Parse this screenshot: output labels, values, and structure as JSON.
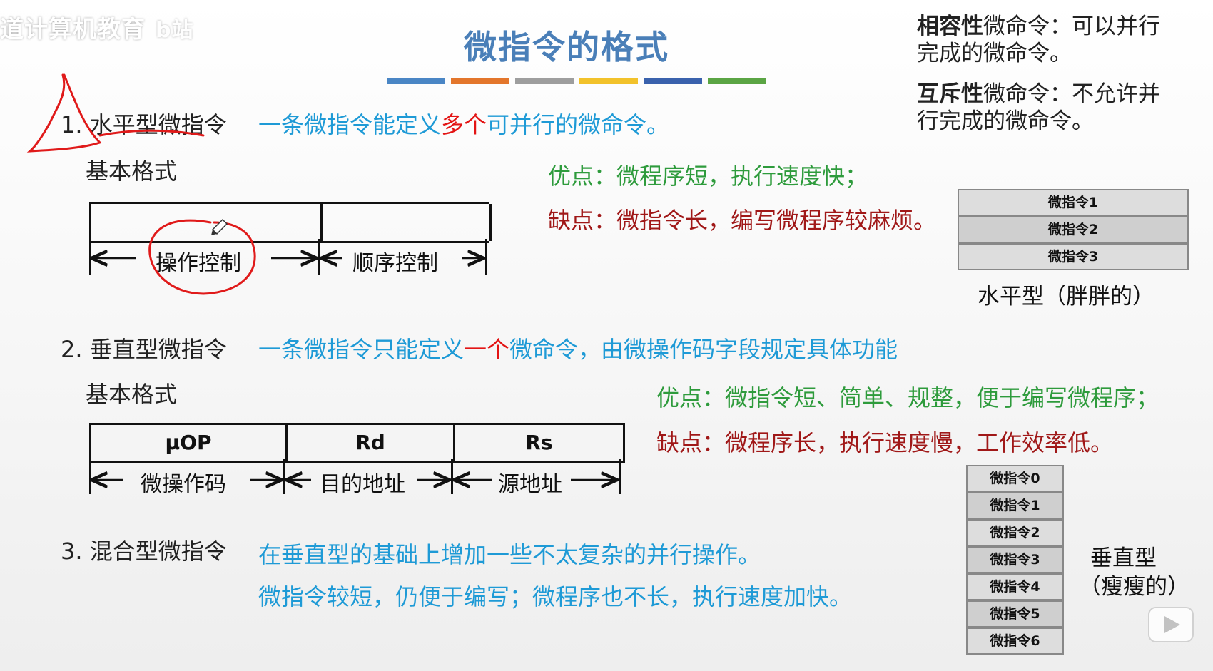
{
  "watermark": {
    "text": "道计算机教育",
    "logo": "b站"
  },
  "title": "微指令的格式",
  "color_bars": [
    "#4a86c5",
    "#e3762c",
    "#9e9e9e",
    "#f2c22b",
    "#3a62ad",
    "#5ba544"
  ],
  "notes": {
    "compatible": {
      "bold": "相容性",
      "rest": "微命令：可以并行完成的微命令。"
    },
    "exclusive": {
      "bold": "互斥性",
      "rest": "微命令：不允许并行完成的微命令。"
    }
  },
  "horizontal": {
    "heading": "1. 水平型微指令",
    "desc_pre": "一条微指令能定义",
    "desc_highlight": "多个",
    "desc_post": "可并行的微命令。",
    "basic_format": "基本格式",
    "field_op": "操作控制",
    "field_seq": "顺序控制",
    "pro": "优点：微程序短，执行速度快；",
    "con": "缺点：微指令长，编写微程序较麻烦。",
    "stack": [
      "微指令1",
      "微指令2",
      "微指令3"
    ],
    "stack_caption": "水平型（胖胖的）"
  },
  "vertical": {
    "heading": "2. 垂直型微指令",
    "desc_pre": "一条微指令只能定义",
    "desc_highlight": "一个",
    "desc_post": "微命令，由微操作码字段规定具体功能",
    "basic_format": "基本格式",
    "fields": [
      "μOP",
      "Rd",
      "Rs"
    ],
    "field_labels": [
      "微操作码",
      "目的地址",
      "源地址"
    ],
    "pro": "优点：微指令短、简单、规整，便于编写微程序；",
    "con": "缺点：微程序长，执行速度慢，工作效率低。",
    "stack": [
      "微指令0",
      "微指令1",
      "微指令2",
      "微指令3",
      "微指令4",
      "微指令5",
      "微指令6"
    ],
    "stack_caption_line1": "垂直型",
    "stack_caption_line2": "（瘦瘦的）"
  },
  "mixed": {
    "heading": "3. 混合型微指令",
    "line1": "在垂直型的基础上增加一些不太复杂的并行操作。",
    "line2": "微指令较短，仍便于编写；微程序也不长，执行速度加快。"
  }
}
